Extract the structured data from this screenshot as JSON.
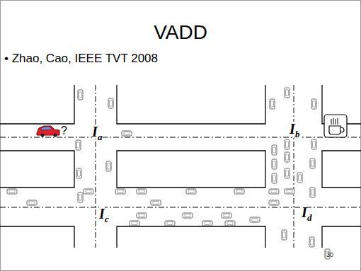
{
  "diagram": {
    "title": "VADD",
    "labels": [
      "• Zhao, Cao, IEEE TVT 2008",
      "?",
      "I",
      "a",
      "I",
      "b",
      "I",
      "c",
      "I",
      "d",
      "30"
    ]
  }
}
